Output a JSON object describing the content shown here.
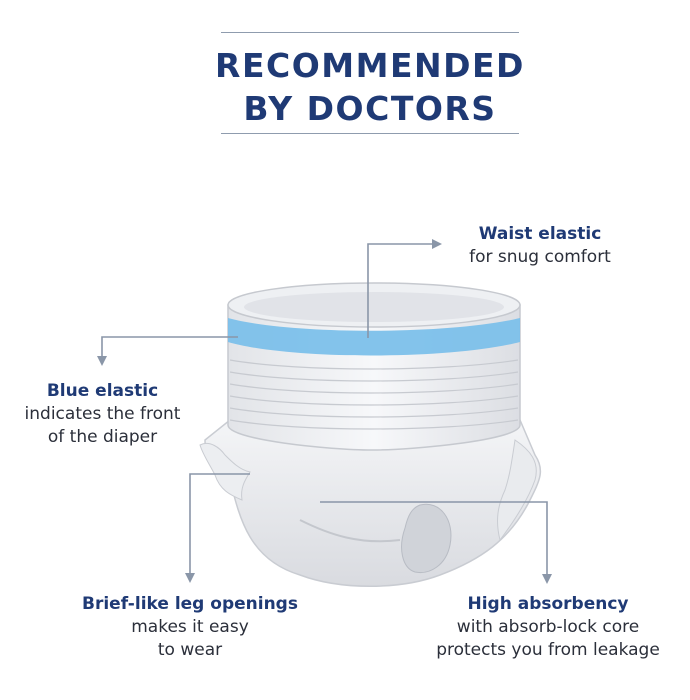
{
  "heading": {
    "line1": "RECOMMENDED",
    "line2": "BY DOCTORS"
  },
  "callouts": {
    "waist": {
      "title": "Waist elastic",
      "lines": [
        "for snug comfort"
      ]
    },
    "blue": {
      "title": "Blue elastic",
      "lines": [
        "indicates the front",
        "of the diaper"
      ]
    },
    "brief": {
      "title": "Brief-like leg openings",
      "lines": [
        "makes it easy",
        "to wear"
      ]
    },
    "absorb": {
      "title": "High absorbency",
      "lines": [
        "with absorb-lock core",
        "protects you from leakage"
      ]
    }
  },
  "colors": {
    "heading": "#1f3a75",
    "rule": "#8f9cae",
    "pointer": "#8a96a8",
    "blue_band": "#7cc0ea"
  }
}
